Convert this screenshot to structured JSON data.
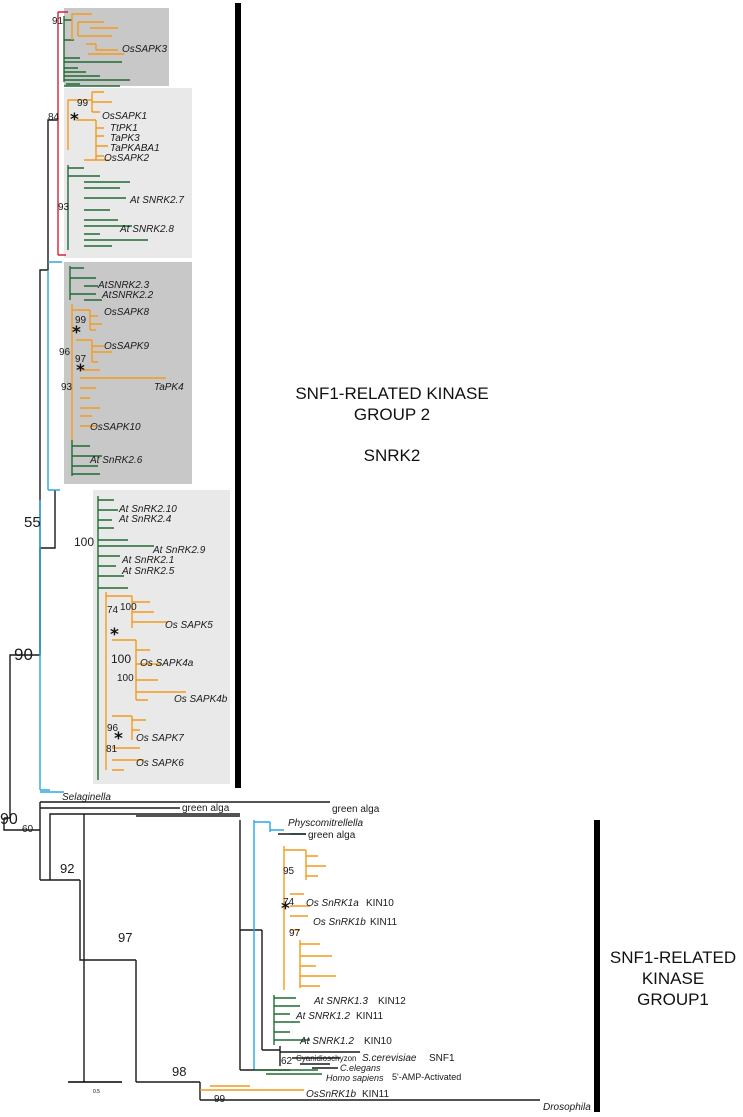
{
  "colors": {
    "orange": "#F39A1E",
    "green": "#1F6B32",
    "blue": "#2BA8E0",
    "red": "#D4213D",
    "black": "#1a1a1a",
    "box_dark": "#C8C8C8",
    "box_light": "#E9E9E9"
  },
  "group2": {
    "line1": "SNF1-RELATED KINASE",
    "line2": "GROUP 2",
    "line3": "SNRK2"
  },
  "group1": {
    "line1": "SNF1-RELATED",
    "line2": "KINASE",
    "line3": "GROUP1"
  },
  "scale_bar": {
    "label": "0.5"
  },
  "taxa": {
    "ossapk3": "OsSAPK3",
    "ossapk1": "OsSAPK1",
    "ttpk1": "TtPK1",
    "tapk3": "TaPK3",
    "tapkaba1": "TaPKABA1",
    "ossapk2": "OsSAPK2",
    "at_snrk27": "At SNRK2.7",
    "at_snrk28": "At SNRK2.8",
    "atsnrk23": "AtSNRK2.3",
    "atsnrk22": "AtSNRK2.2",
    "ossapk8": "OsSAPK8",
    "ossapk9": "OsSAPK9",
    "tapk4": "TaPK4",
    "ossapk10": "OsSAPK10",
    "at_snrk26": "At SnRK2.6",
    "at_snrk210": "At SnRK2.10",
    "at_snrk24": "At SnRK2.4",
    "at_snrk29": "At SnRK2.9",
    "at_snrk21": "At SnRK2.1",
    "at_snrk25": "At SnRK2.5",
    "os_sapk5": "Os SAPK5",
    "os_sapk4a": "Os SAPK4a",
    "os_sapk4b": "Os SAPK4b",
    "os_sapk7": "Os SAPK7",
    "os_sapk6": "Os SAPK6",
    "selaginella": "Selaginella",
    "green_alga_1": "green alga",
    "green_alga_2": "green alga",
    "physcomitrellella": "Physcomitrellella",
    "green_alga_3": "green alga",
    "os_snrk1a": "Os SnRK1a",
    "os_snrk1a_kin": "KIN10",
    "os_snrk1b": "Os SnRK1b",
    "os_snrk1b_kin": "KIN11",
    "at_snrk13": "At SNRK1.3",
    "at_snrk13_kin": "KIN12",
    "at_snrk12a": "At SNRK1.2",
    "at_snrk12a_kin": "KIN11",
    "at_snrk12b": "At SNRK1.2",
    "at_snrk12b_kin": "KIN10",
    "cyanidioschyzon": "Cyanidioschyzon",
    "s_cerevisiae": "S.cerevisiae",
    "s_cerevisiae_kin": "SNF1",
    "c_elegans": "C.elegans",
    "homo_sapiens": "Homo sapiens",
    "homo_sapiens_kin": "5'-AMP-Activated",
    "ossnrk1b_bottom": "OsSnRK1b",
    "ossnrk1b_bottom_kin": "KIN11",
    "drosophila": "Drosophila"
  },
  "support": {
    "n91": "91",
    "n84": "84",
    "n99a": "99",
    "n93a": "93",
    "n99b": "99",
    "n96a": "96",
    "n97a": "97",
    "n93b": "93",
    "n55": "55",
    "n100a": "100",
    "n74a": "74",
    "n100b": "100",
    "n100c": "100",
    "n100d": "100",
    "n96b": "96",
    "n81": "81",
    "n90a": "90",
    "n90b": "90",
    "n60": "60",
    "n92": "92",
    "n97b": "97",
    "n95": "95",
    "n74b": "74",
    "n97c": "97",
    "n62": "62",
    "n98": "98",
    "n99c": "99"
  }
}
